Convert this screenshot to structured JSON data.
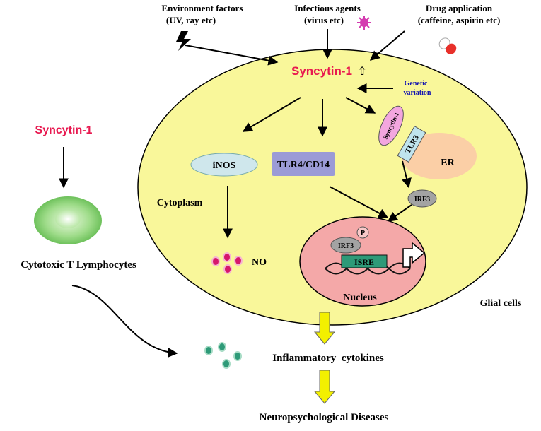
{
  "inputs": {
    "environment": {
      "line1": "Environment factors",
      "line2": "(UV, ray etc)"
    },
    "infectious": {
      "line1": "Infectious agents",
      "line2": "(virus etc)"
    },
    "drug": {
      "line1": "Drug application",
      "line2": "(caffeine, aspirin etc)"
    }
  },
  "cell": {
    "syncytin": "Syncytin-1",
    "up_arrow": "⇧",
    "genetic_line1": "Genetic",
    "genetic_line2": "variation",
    "cytoplasm": "Cytoplasm",
    "glial": "Glial cells"
  },
  "nodes": {
    "inos": "iNOS",
    "tlr4": "TLR4/CD14",
    "syncytin_small": "Syncytin-1",
    "tlr3": "TLR3",
    "er": "ER",
    "irf3": "IRF3",
    "no": "NO",
    "p": "P",
    "irf3_nuc": "IRF3",
    "isre": "ISRE",
    "nucleus": "Nucleus"
  },
  "left": {
    "syncytin": "Syncytin-1",
    "ctl": "Cytotoxic T Lymphocytes"
  },
  "bottom": {
    "cytokines": "Inflammatory  cytokines",
    "diseases": "Neuropsychological Diseases"
  },
  "colors": {
    "cell_fill": "#f9f79a",
    "syncytin_red": "#e8184f",
    "genetic_blue": "#1515b0",
    "nucleus_fill": "#f4a8a8",
    "er_fill": "#fbcfa6",
    "inos_fill": "#cfe7ec",
    "tlr4_fill": "#9b9bd6",
    "isre_fill": "#2e9a78",
    "arrow_yellow": "#f3f000"
  }
}
